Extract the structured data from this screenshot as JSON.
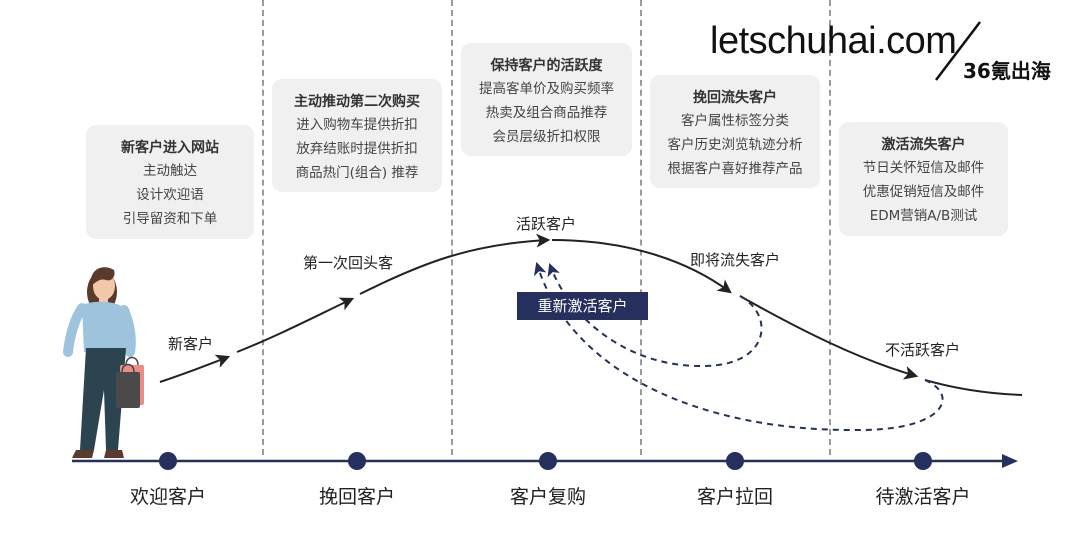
{
  "logo": {
    "text": "letschuhai.com",
    "sub": "36氪出海"
  },
  "cards": [
    {
      "title": "新客户进入网站",
      "lines": [
        "主动触达",
        "设计欢迎语",
        "引导留资和下单"
      ]
    },
    {
      "title": "主动推动第二次购买",
      "lines": [
        "进入购物车提供折扣",
        "放弃结账时提供折扣",
        "商品热门(组合) 推荐"
      ]
    },
    {
      "title": "保持客户的活跃度",
      "lines": [
        "提高客单价及购买频率",
        "热卖及组合商品推荐",
        "会员层级折扣权限"
      ]
    },
    {
      "title": "挽回流失客户",
      "lines": [
        "客户属性标签分类",
        "客户历史浏览轨迹分析",
        "根据客户喜好推荐产品"
      ]
    },
    {
      "title": "激活流失客户",
      "lines": [
        "节日关怀短信及邮件",
        "优惠促销短信及邮件",
        "EDM营销A/B测试"
      ]
    }
  ],
  "curve_labels": {
    "new": "新客户",
    "first_return": "第一次回头客",
    "active": "活跃客户",
    "at_risk": "即将流失客户",
    "inactive": "不活跃客户",
    "reactivate": "重新激活客户"
  },
  "stages": [
    "欢迎客户",
    "挽回客户",
    "客户复购",
    "客户拉回",
    "待激活客户"
  ],
  "colors": {
    "accent": "#26305e",
    "card_bg": "#f0f0f0",
    "curve": "#222222"
  }
}
